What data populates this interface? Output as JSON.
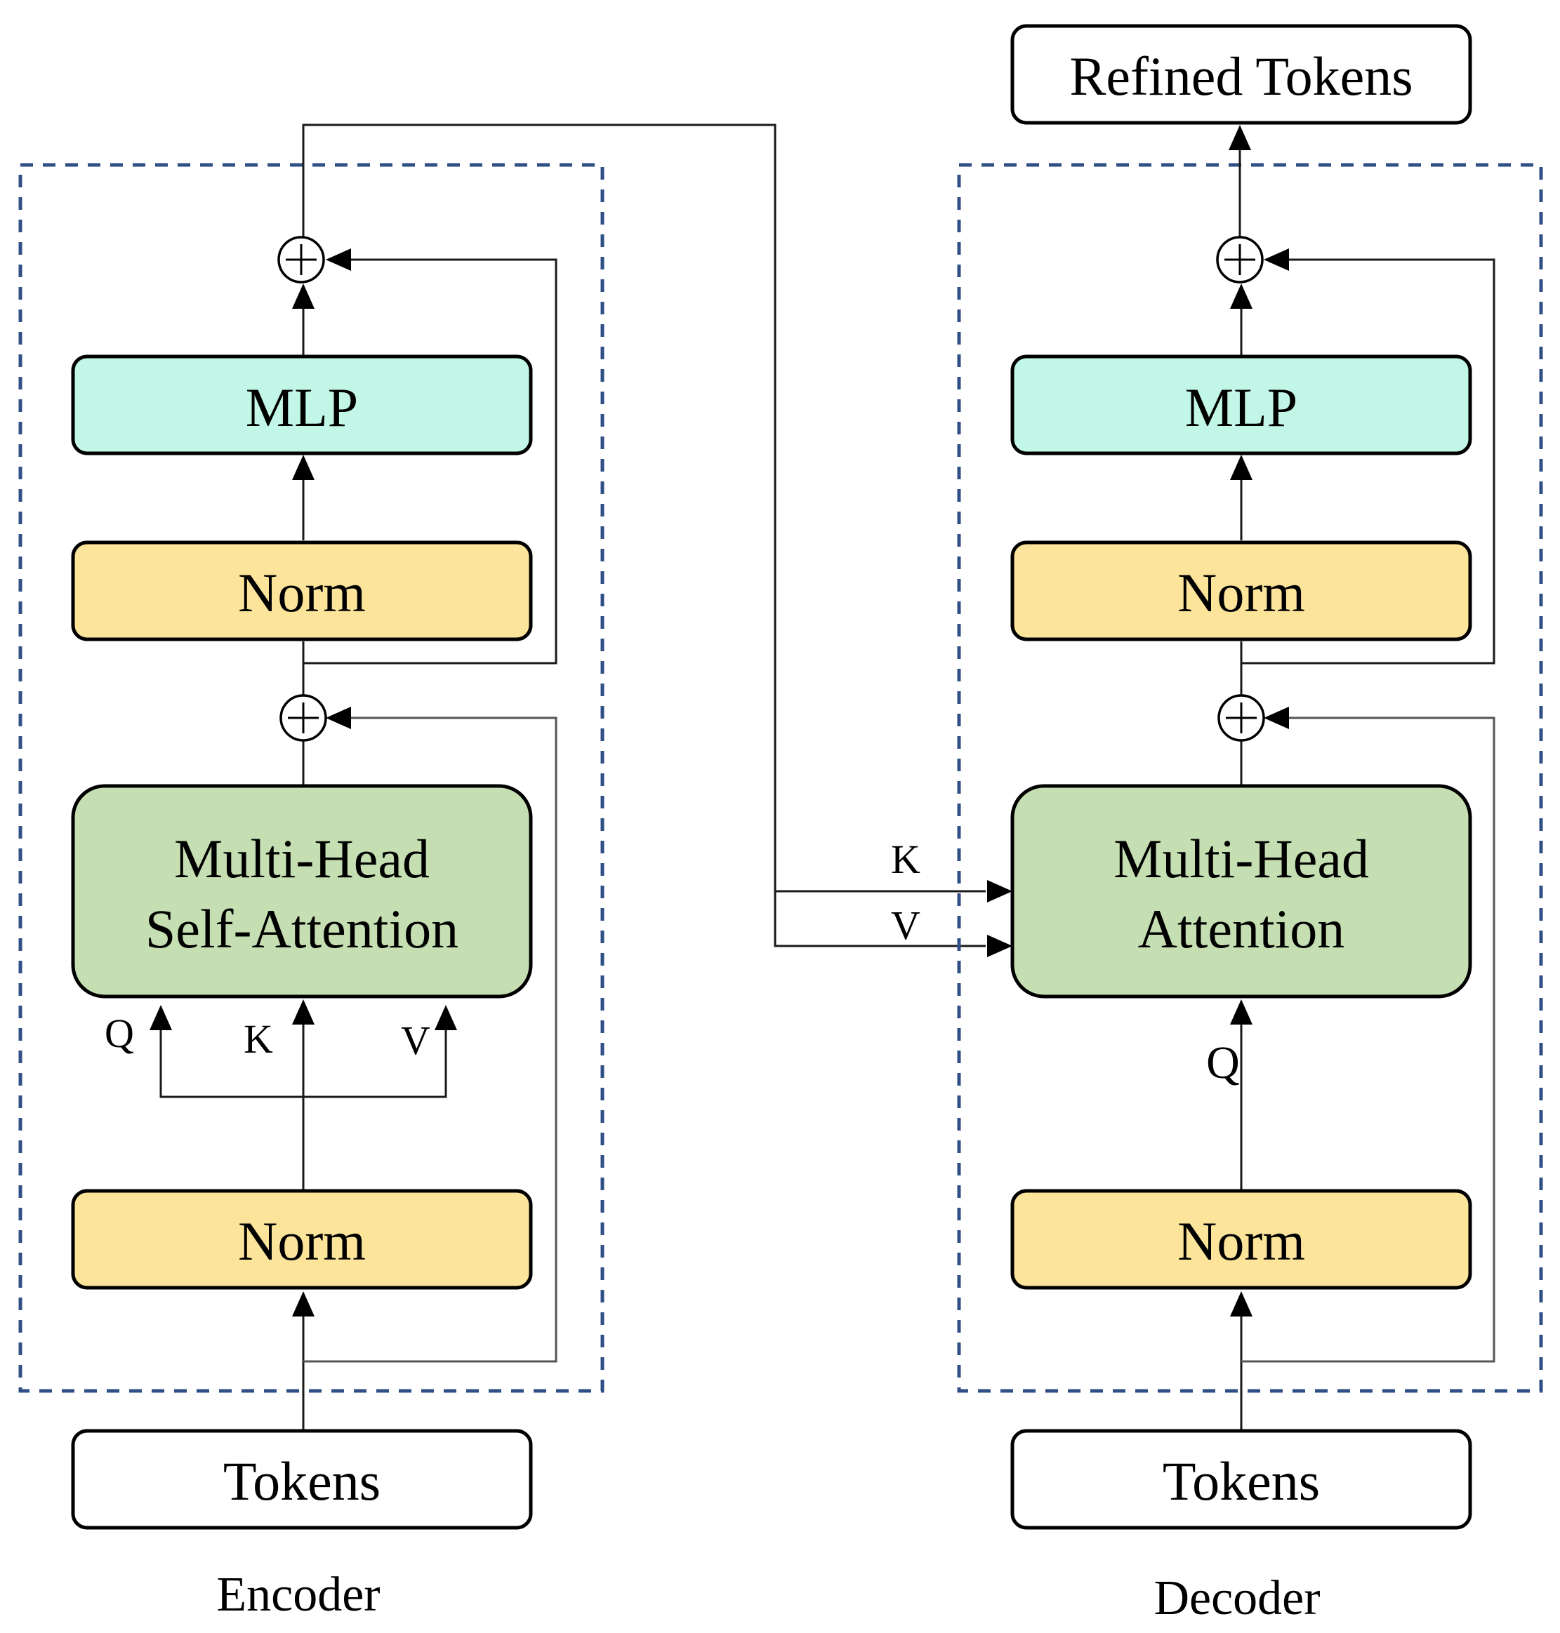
{
  "colors": {
    "mlp": "#c2f7e8",
    "norm": "#fde49b",
    "attention": "#c5dfb2",
    "plain": "#ffffff",
    "dashed_border": "#2f4f86"
  },
  "encoder": {
    "caption": "Encoder",
    "input": "Tokens",
    "norm_bottom": "Norm",
    "attention_line1": "Multi-Head",
    "attention_line2": "Self-Attention",
    "norm_top": "Norm",
    "mlp": "MLP",
    "q_label": "Q",
    "k_label": "K",
    "v_label": "V"
  },
  "decoder": {
    "caption": "Decoder",
    "input": "Tokens",
    "norm_bottom": "Norm",
    "attention_line1": "Multi-Head",
    "attention_line2": "Attention",
    "norm_top": "Norm",
    "mlp": "MLP",
    "output": "Refined Tokens",
    "q_label": "Q",
    "k_label": "K",
    "v_label": "V"
  }
}
